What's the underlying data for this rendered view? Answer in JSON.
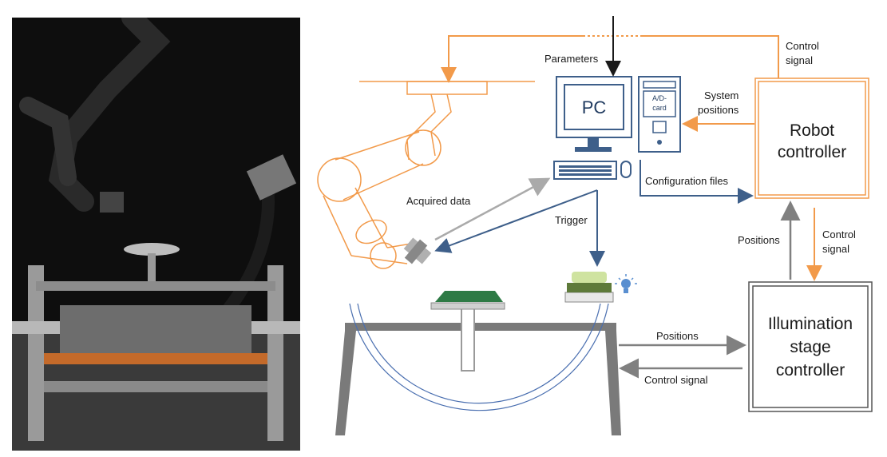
{
  "photo": {
    "description_icon": "robot-measurement-setup-photo"
  },
  "diagram": {
    "pc_label": "PC",
    "card_label_line1": "A/D-",
    "card_label_line2": "card",
    "robot_controller": [
      "Robot",
      "controller"
    ],
    "illumination_controller": [
      "Illumination",
      "stage",
      "controller"
    ],
    "labels": {
      "parameters": "Parameters",
      "control_signal_top": [
        "Control",
        "signal"
      ],
      "system_positions": [
        "System",
        "positions"
      ],
      "configuration_files": "Configuration files",
      "acquired_data": "Acquired data",
      "trigger": "Trigger",
      "positions_up": "Positions",
      "control_signal_down": [
        "Control",
        "signal"
      ],
      "positions_right": "Positions",
      "control_signal_left": "Control signal"
    },
    "colors": {
      "orange": "#f29a4a",
      "blue": "#3e5f8a",
      "gray": "#808080",
      "dark": "#1a1a1a"
    }
  }
}
